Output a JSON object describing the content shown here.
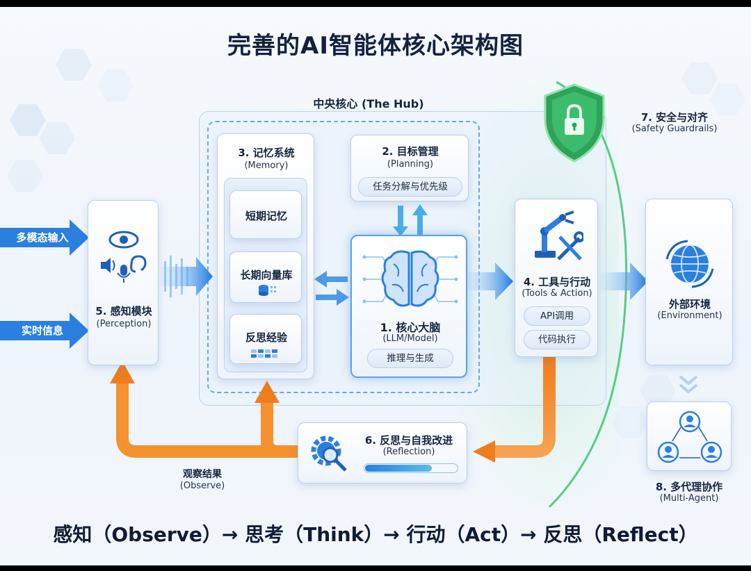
{
  "title": "完善的AI智能体核心架构图",
  "hub": {
    "cn": "中央核心 (The Hub)"
  },
  "inputs": {
    "multimodal": "多模态输入",
    "realtime": "实时信息"
  },
  "perception": {
    "cn": "5. 感知模块",
    "en": "(Perception)"
  },
  "memory": {
    "cn": "3. 记忆系统",
    "en": "(Memory)",
    "items": [
      "短期记忆",
      "长期向量库",
      "反思经验"
    ]
  },
  "planning": {
    "cn": "2. 目标管理",
    "en": "(Planning)",
    "pill": "任务分解与优先级"
  },
  "brain": {
    "cn": "1. 核心大脑",
    "en": "(LLM/Model)",
    "pill": "推理与生成"
  },
  "tools": {
    "cn": "4. 工具与行动",
    "en": "(Tools & Action)",
    "pills": [
      "API调用",
      "代码执行"
    ]
  },
  "safety": {
    "cn": "7. 安全与对齐",
    "en": "(Safety Guardrails)"
  },
  "environment": {
    "cn": "外部环境",
    "en": "(Environment)"
  },
  "multiagent": {
    "cn": "8. 多代理协作",
    "en": "(Multi-Agent)"
  },
  "reflection": {
    "cn": "6. 反思与自我改进",
    "en": "(Reflection)"
  },
  "observe": {
    "cn": "观察结果",
    "en": "(Observe)"
  },
  "flow": "感知（Observe）→ 思考（Think）→ 行动（Act）→ 反思（Reflect）",
  "colors": {
    "blue": "#2f86e6",
    "orange": "#f5912e",
    "green": "#35b86b",
    "navy": "#12213f"
  }
}
